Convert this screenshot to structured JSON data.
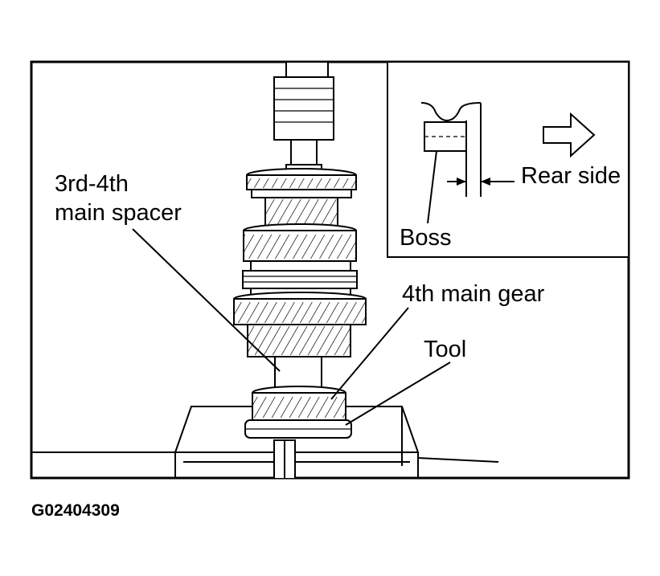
{
  "labels": {
    "spacer_line1": "3rd-4th",
    "spacer_line2": "main spacer",
    "fourth_gear": "4th main gear",
    "tool": "Tool",
    "boss": "Boss",
    "rear_side": "Rear side"
  },
  "figure_code": "G02404309"
}
